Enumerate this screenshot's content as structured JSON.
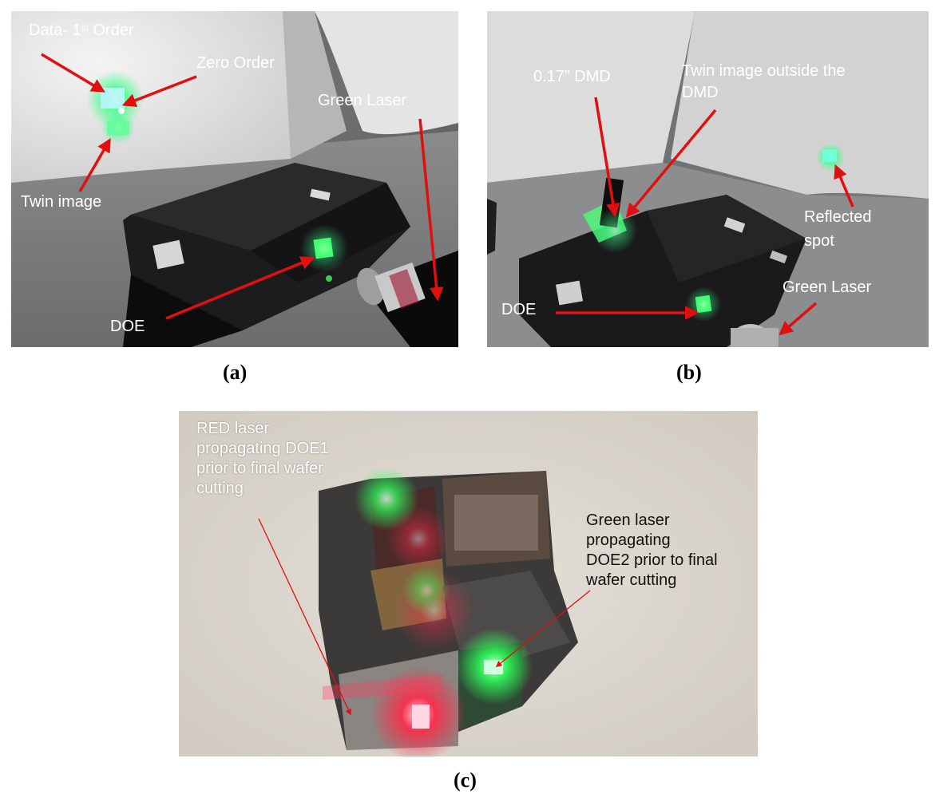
{
  "panel_a": {
    "caption": "(a)",
    "labels": {
      "data_first_order_prefix": "Data- 1",
      "data_first_order_sup": "st",
      "data_first_order_suffix": " Order",
      "zero_order": "Zero Order",
      "green_laser": "Green Laser",
      "twin_image": "Twin image",
      "doe": "DOE"
    }
  },
  "panel_b": {
    "caption": "(b)",
    "labels": {
      "dmd": "0.17” DMD",
      "twin_line1": "Twin image outside the",
      "twin_line2": "DMD",
      "reflected_line1": "Reflected",
      "reflected_line2": "spot",
      "green_laser": "Green Laser",
      "doe": "DOE"
    }
  },
  "panel_c": {
    "caption": "(c)",
    "labels": {
      "red_1": "RED laser",
      "red_2": "propagating DOE1",
      "red_3": "prior to final wafer",
      "red_4": "cutting",
      "green_1": "Green laser",
      "green_2": "propagating",
      "green_3": "DOE2 prior to final",
      "green_4": "wafer cutting"
    }
  },
  "colors": {
    "arrow": "#e01010",
    "laser_green": "#3cff6a",
    "laser_red": "#ff2a3a"
  }
}
